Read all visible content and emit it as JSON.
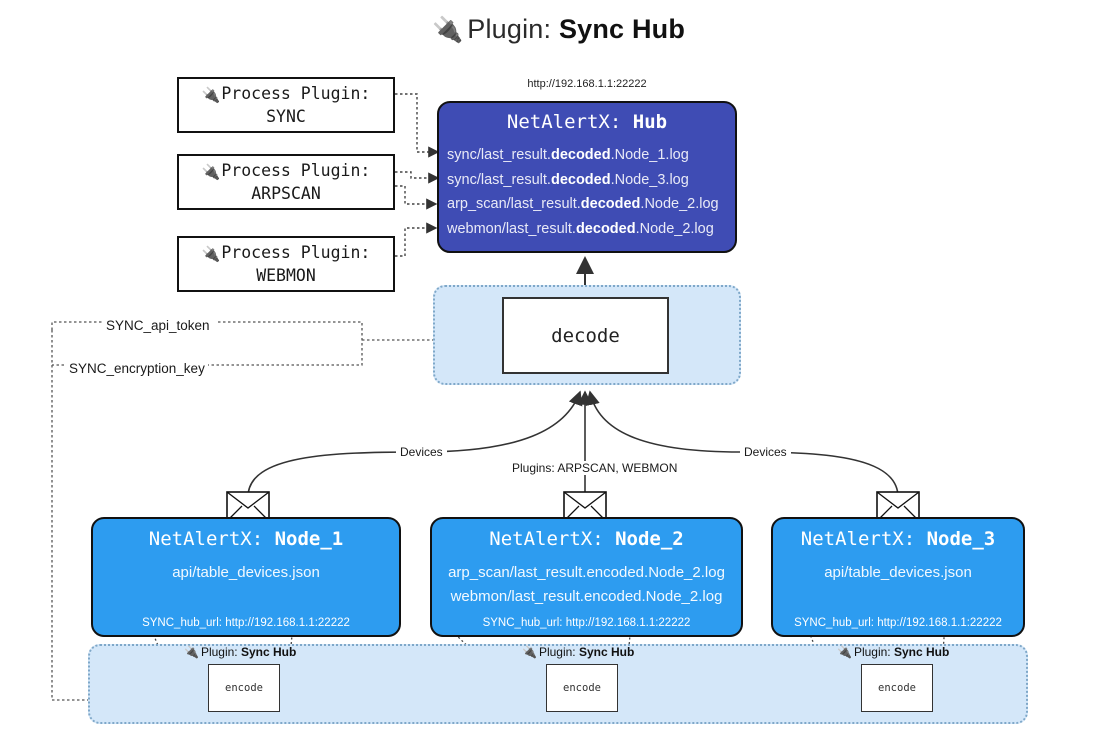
{
  "title": {
    "icon": "plug-icon",
    "prefix": "Plugin: ",
    "name": "Sync Hub"
  },
  "hub": {
    "url": "http://192.168.1.1:22222",
    "label_prefix": "NetAlertX: ",
    "label_name": "Hub",
    "lines": [
      {
        "pre": "sync/last_result.",
        "em": "decoded",
        "post": ".Node_1.log"
      },
      {
        "pre": "sync/last_result.",
        "em": "decoded",
        "post": ".Node_3.log"
      },
      {
        "pre": "arp_scan/last_result.",
        "em": "decoded",
        "post": ".Node_2.log"
      },
      {
        "pre": "webmon/last_result.",
        "em": "decoded",
        "post": ".Node_2.log"
      }
    ]
  },
  "process_plugins": [
    {
      "icon": "plug-icon",
      "line1": "Process Plugin:",
      "line2": "SYNC"
    },
    {
      "icon": "plug-icon",
      "line1": "Process Plugin:",
      "line2": "ARPSCAN"
    },
    {
      "icon": "plug-icon",
      "line1": "Process Plugin:",
      "line2": "WEBMON"
    }
  ],
  "decode": {
    "label": "decode"
  },
  "tokens": {
    "api_token": "SYNC_api_token",
    "encryption_key": "SYNC_encryption_key"
  },
  "edge_labels": {
    "devices_left": "Devices",
    "devices_right": "Devices",
    "plugins_center": "Plugins: ARPSCAN, WEBMON"
  },
  "nodes": [
    {
      "label_prefix": "NetAlertX: ",
      "label_name": "Node_1",
      "lines": [
        "api/table_devices.json"
      ],
      "footer": "SYNC_hub_url: http://192.168.1.1:22222",
      "mail_icon": "envelope-icon"
    },
    {
      "label_prefix": "NetAlertX: ",
      "label_name": "Node_2",
      "lines": [
        "arp_scan/last_result.encoded.Node_2.log",
        "webmon/last_result.encoded.Node_2.log"
      ],
      "footer": "SYNC_hub_url: http://192.168.1.1:22222",
      "mail_icon": "envelope-icon"
    },
    {
      "label_prefix": "NetAlertX: ",
      "label_name": "Node_3",
      "lines": [
        "api/table_devices.json"
      ],
      "footer": "SYNC_hub_url: http://192.168.1.1:22222",
      "mail_icon": "envelope-icon"
    }
  ],
  "encoders": [
    {
      "icon": "plug-icon",
      "prefix": "Plugin: ",
      "name": "Sync Hub",
      "box": "encode"
    },
    {
      "icon": "plug-icon",
      "prefix": "Plugin: ",
      "name": "Sync Hub",
      "box": "encode"
    },
    {
      "icon": "plug-icon",
      "prefix": "Plugin: ",
      "name": "Sync Hub",
      "box": "encode"
    }
  ],
  "colors": {
    "hub": "#3f4cb4",
    "node": "#2d9cf0",
    "panel": "#d4e7f9",
    "panel_border": "#7fa8c9",
    "outline": "#111111"
  }
}
